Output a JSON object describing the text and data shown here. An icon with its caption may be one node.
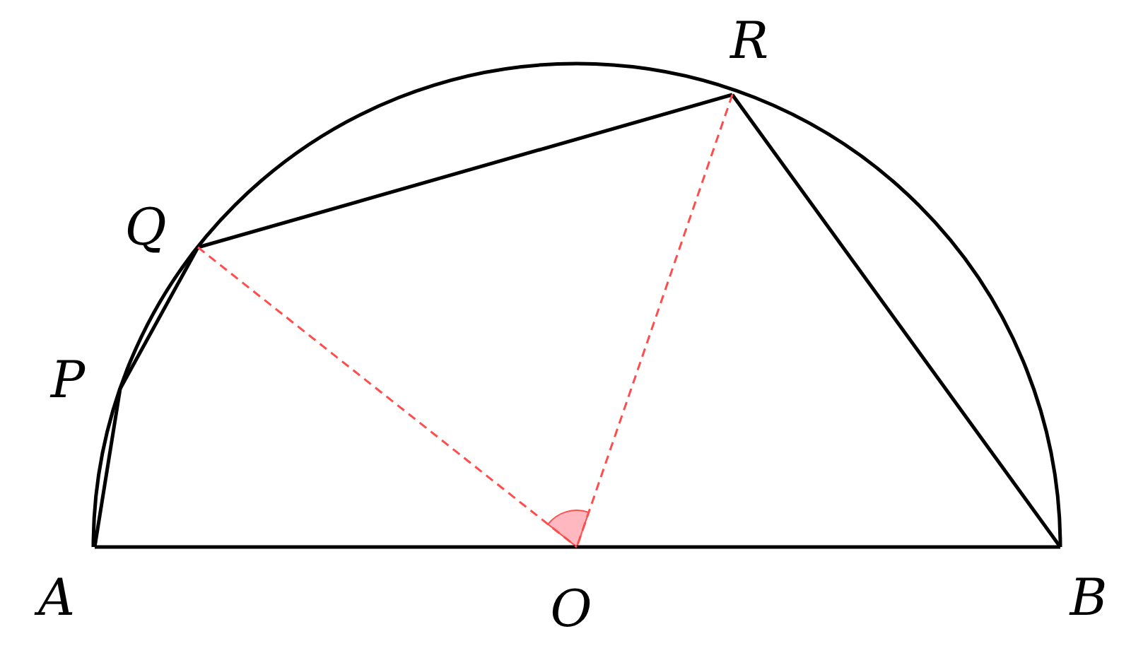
{
  "diagram": {
    "nodes": [
      {
        "text": [
          "A"
        ]
      },
      {
        "text": [
          "B"
        ]
      },
      {
        "text": [
          "O"
        ]
      },
      {
        "text": [
          "P"
        ]
      },
      {
        "text": [
          "Q"
        ]
      },
      {
        "text": [
          "R"
        ]
      }
    ],
    "edges": [
      {
        "from": 0,
        "to": 1,
        "arrow": "none"
      },
      {
        "from": 0,
        "to": 3,
        "arrow": "none"
      },
      {
        "from": 3,
        "to": 4,
        "arrow": "none"
      },
      {
        "from": 4,
        "to": 5,
        "arrow": "none"
      },
      {
        "from": 5,
        "to": 1,
        "arrow": "none"
      },
      {
        "from": 4,
        "to": 2,
        "arrow": "none",
        "style": "dashed",
        "color": "#ff4d4d"
      },
      {
        "from": 5,
        "to": 2,
        "arrow": "none",
        "style": "dashed",
        "color": "#ff4d4d"
      }
    ]
  }
}
